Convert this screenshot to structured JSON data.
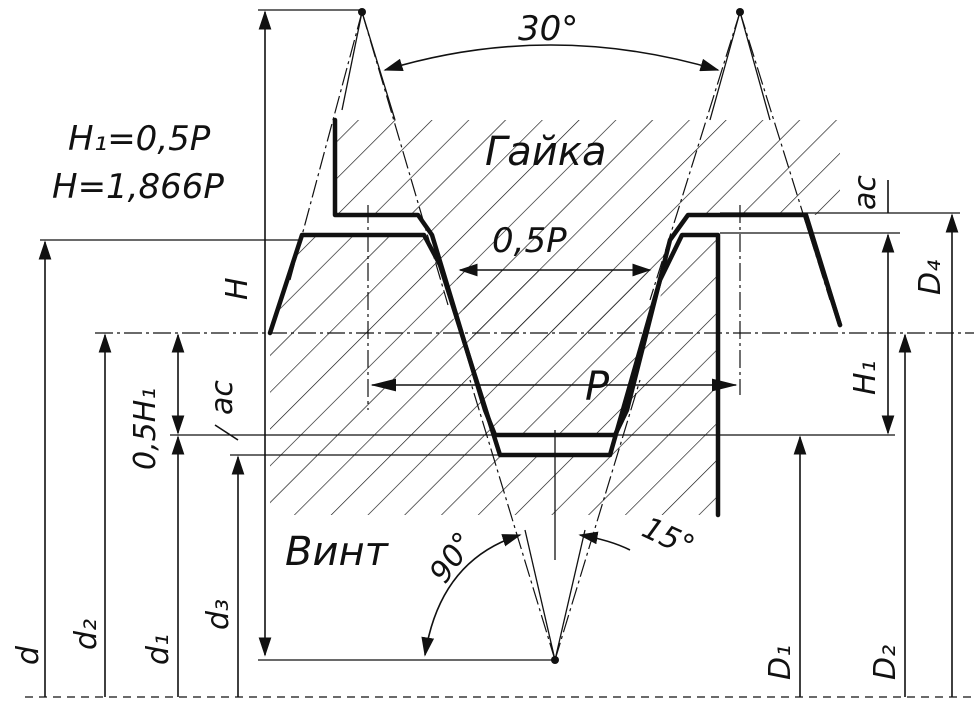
{
  "labels": {
    "angle_top": "30°",
    "nut": "Гайка",
    "screw": "Винт",
    "formula_h1": "H₁=0,5P",
    "formula_h": "H=1,866P",
    "crest_width": "0,5P",
    "pitch": "P",
    "height_h": "H",
    "height_h1": "H₁",
    "half_h1": "0,5H₁",
    "clearance_left": "ac",
    "clearance_right": "ac",
    "d4": "D₄",
    "angle_90": "90°",
    "angle_15": "15°",
    "d": "d",
    "d2": "d₂",
    "d1": "d₁",
    "d3": "d₃",
    "D1": "D₁",
    "D2": "D₂"
  }
}
